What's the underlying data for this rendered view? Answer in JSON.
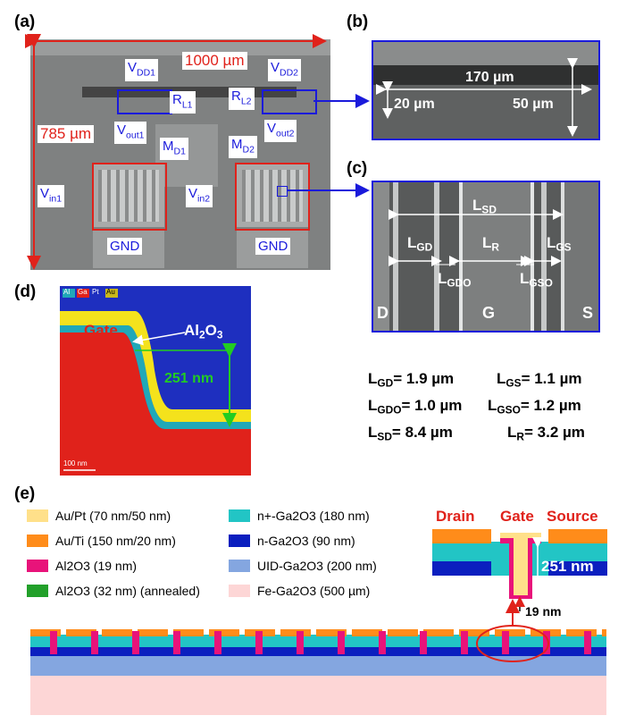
{
  "panels": {
    "a": "(a)",
    "b": "(b)",
    "c": "(c)",
    "d": "(d)",
    "e": "(e)"
  },
  "panel_a": {
    "width_label": "1000 µm",
    "height_label": "785 µm",
    "vdd1": "V",
    "vdd1_sub": "DD1",
    "vdd2": "V",
    "vdd2_sub": "DD2",
    "rl1": "R",
    "rl1_sub": "L1",
    "rl2": "R",
    "rl2_sub": "L2",
    "vout1": "V",
    "vout1_sub": "out1",
    "vout2": "V",
    "vout2_sub": "out2",
    "md1": "M",
    "md1_sub": "D1",
    "md2": "M",
    "md2_sub": "D2",
    "vin1": "V",
    "vin1_sub": "in1",
    "vin2": "V",
    "vin2_sub": "in2",
    "gnd1": "GND",
    "gnd2": "GND"
  },
  "panel_b": {
    "length": "170 µm",
    "left_dim": "20 µm",
    "right_dim": "50 µm"
  },
  "panel_c": {
    "lsd": "L",
    "lsd_sub": "SD",
    "lgd": "L",
    "lgd_sub": "GD",
    "lr": "L",
    "lr_sub": "R",
    "lgs": "L",
    "lgs_sub": "GS",
    "lgdo": "L",
    "lgdo_sub": "GDO",
    "lgso": "L",
    "lgso_sub": "GSO",
    "d": "D",
    "g": "G",
    "s": "S"
  },
  "panel_d": {
    "legend": [
      "Al",
      "Ga",
      "Pt",
      "Au"
    ],
    "gate": "Gate",
    "al2o3": "Al",
    "al2o3_sub1": "2",
    "al2o3_mid": "O",
    "al2o3_sub2": "3",
    "depth": "251 nm",
    "scale": "100 nm"
  },
  "params": [
    {
      "name": "L",
      "sub": "GD",
      "value": "= 1.9 µm"
    },
    {
      "name": "L",
      "sub": "GS",
      "value": "= 1.1 µm"
    },
    {
      "name": "L",
      "sub": "GDO",
      "value": "= 1.0 µm"
    },
    {
      "name": "L",
      "sub": "GSO",
      "value": "= 1.2 µm"
    },
    {
      "name": "L",
      "sub": "SD",
      "value": "= 8.4 µm"
    },
    {
      "name": "L",
      "sub": "R",
      "value": "= 3.2 µm"
    }
  ],
  "legend_e": {
    "left": [
      {
        "text": "Au/Pt (70 nm/50 nm)",
        "color": "#ffe08a"
      },
      {
        "text": "Au/Ti (150 nm/20 nm)",
        "color": "#ff8c1a"
      },
      {
        "text": "Al2O3 (19 nm)",
        "color": "#e8137a"
      },
      {
        "text": "Al2O3 (32 nm) (annealed)",
        "color": "#22a02a"
      }
    ],
    "right": [
      {
        "text": "n+-Ga2O3 (180 nm)",
        "color": "#22c5c5"
      },
      {
        "text": "n-Ga2O3 (90 nm)",
        "color": "#0b1fbf"
      },
      {
        "text": "UID-Ga2O3 (200 nm)",
        "color": "#84a6e0"
      },
      {
        "text": "Fe-Ga2O3 (500 µm)",
        "color": "#fdd6d6"
      }
    ]
  },
  "inset_e": {
    "drain": "Drain",
    "gate": "Gate",
    "source": "Source",
    "depth": "251 nm",
    "thickness": "19 nm"
  }
}
